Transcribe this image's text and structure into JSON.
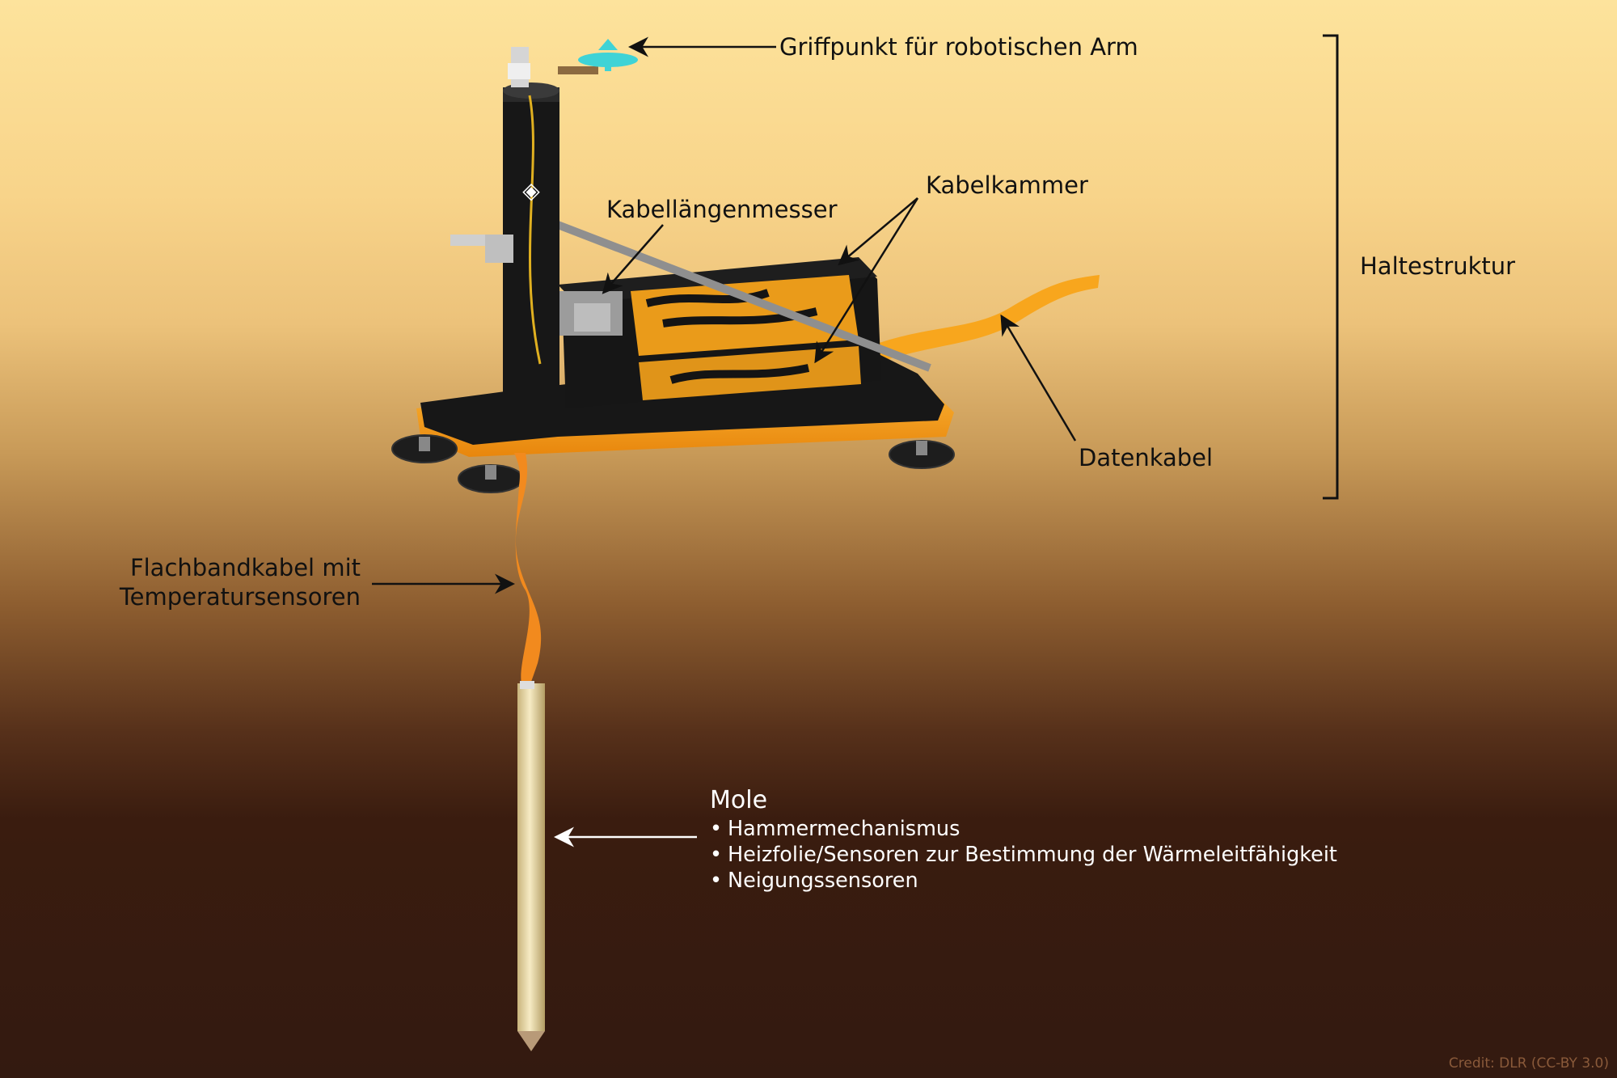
{
  "labels": {
    "griffpunkt": "Griffpunkt für robotischen Arm",
    "kabelkammer": "Kabelkammer",
    "kabellaengenmesser": "Kabellängenmesser",
    "haltestruktur": "Haltestruktur",
    "datenkabel": "Datenkabel",
    "flachband_line1": "Flachbandkabel mit",
    "flachband_line2": "Temperatursensoren"
  },
  "mole": {
    "title": "Mole",
    "items": [
      "Hammermechanismus",
      "Heizfolie/Sensoren zur Bestimmung der Wärmeleitfähigkeit",
      "Neigungssensoren"
    ]
  },
  "credit": "Credit: DLR (CC-BY 3.0)",
  "colors": {
    "background_top": "#fde39c",
    "background_bottom": "#331a10",
    "frame": "#151515",
    "tape_orange": "#f6a21a",
    "ribbon_cable": "#f28a1e",
    "grip_point": "#3fd3d6",
    "mole_body": "#ecdcaa"
  }
}
